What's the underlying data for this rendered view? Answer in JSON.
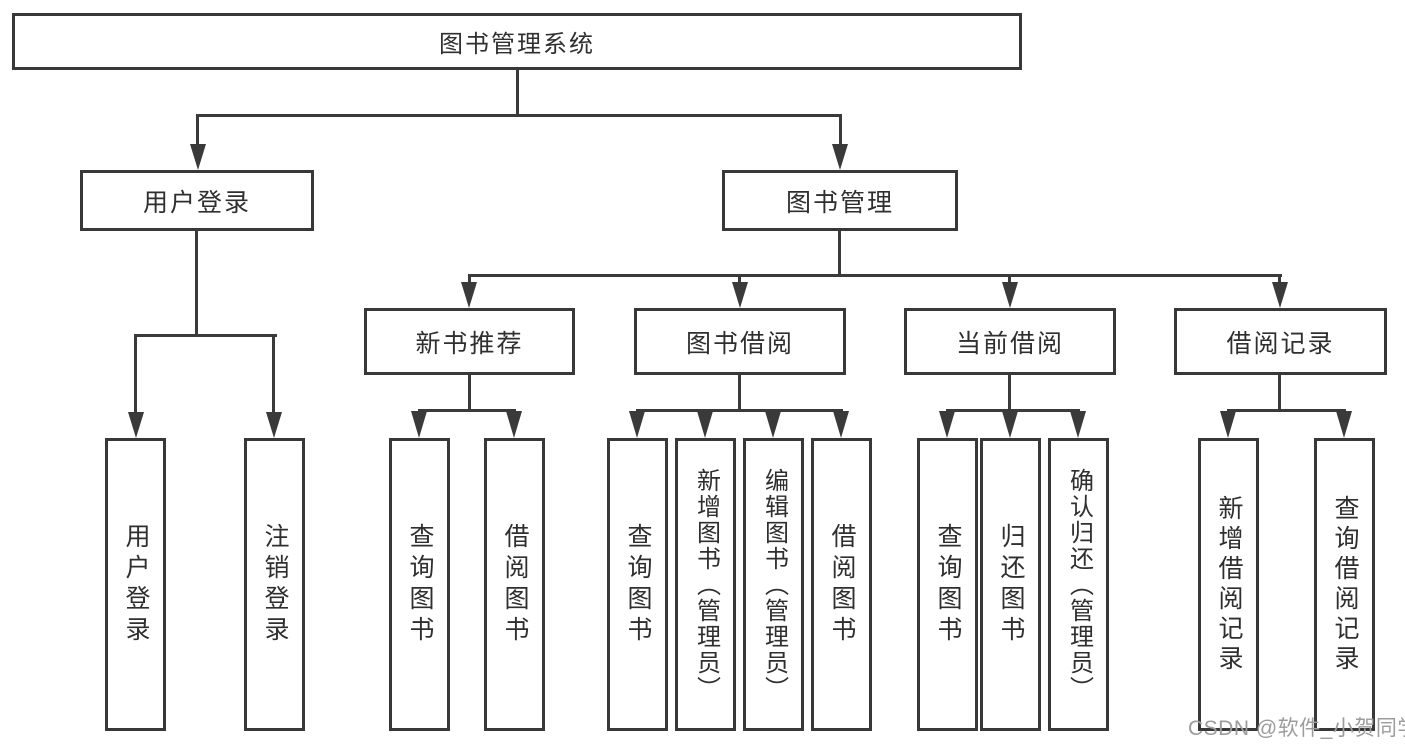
{
  "tree": {
    "label": "图书管理系统",
    "children": [
      {
        "label": "用户登录",
        "children": [
          {
            "label": "用户登录"
          },
          {
            "label": "注销登录"
          }
        ]
      },
      {
        "label": "图书管理",
        "children": [
          {
            "label": "新书推荐",
            "children": [
              {
                "label": "查询图书"
              },
              {
                "label": "借阅图书"
              }
            ]
          },
          {
            "label": "图书借阅",
            "children": [
              {
                "label": "查询图书"
              },
              {
                "label": "新增图书（管理员）"
              },
              {
                "label": "编辑图书（管理员）"
              },
              {
                "label": "借阅图书"
              }
            ]
          },
          {
            "label": "当前借阅",
            "children": [
              {
                "label": "查询图书"
              },
              {
                "label": "归还图书"
              },
              {
                "label": "确认归还（管理员）"
              }
            ]
          },
          {
            "label": "借阅记录",
            "children": [
              {
                "label": "新增借阅记录"
              },
              {
                "label": "查询借阅记录"
              }
            ]
          }
        ]
      }
    ]
  },
  "watermark": "CSDN @软件_小贺同学",
  "colors": {
    "line": "#3a3a3a",
    "border": "#383838",
    "text": "#2f2f2f",
    "watermark_text": "#9c9c9c",
    "background": "#ffffff"
  }
}
